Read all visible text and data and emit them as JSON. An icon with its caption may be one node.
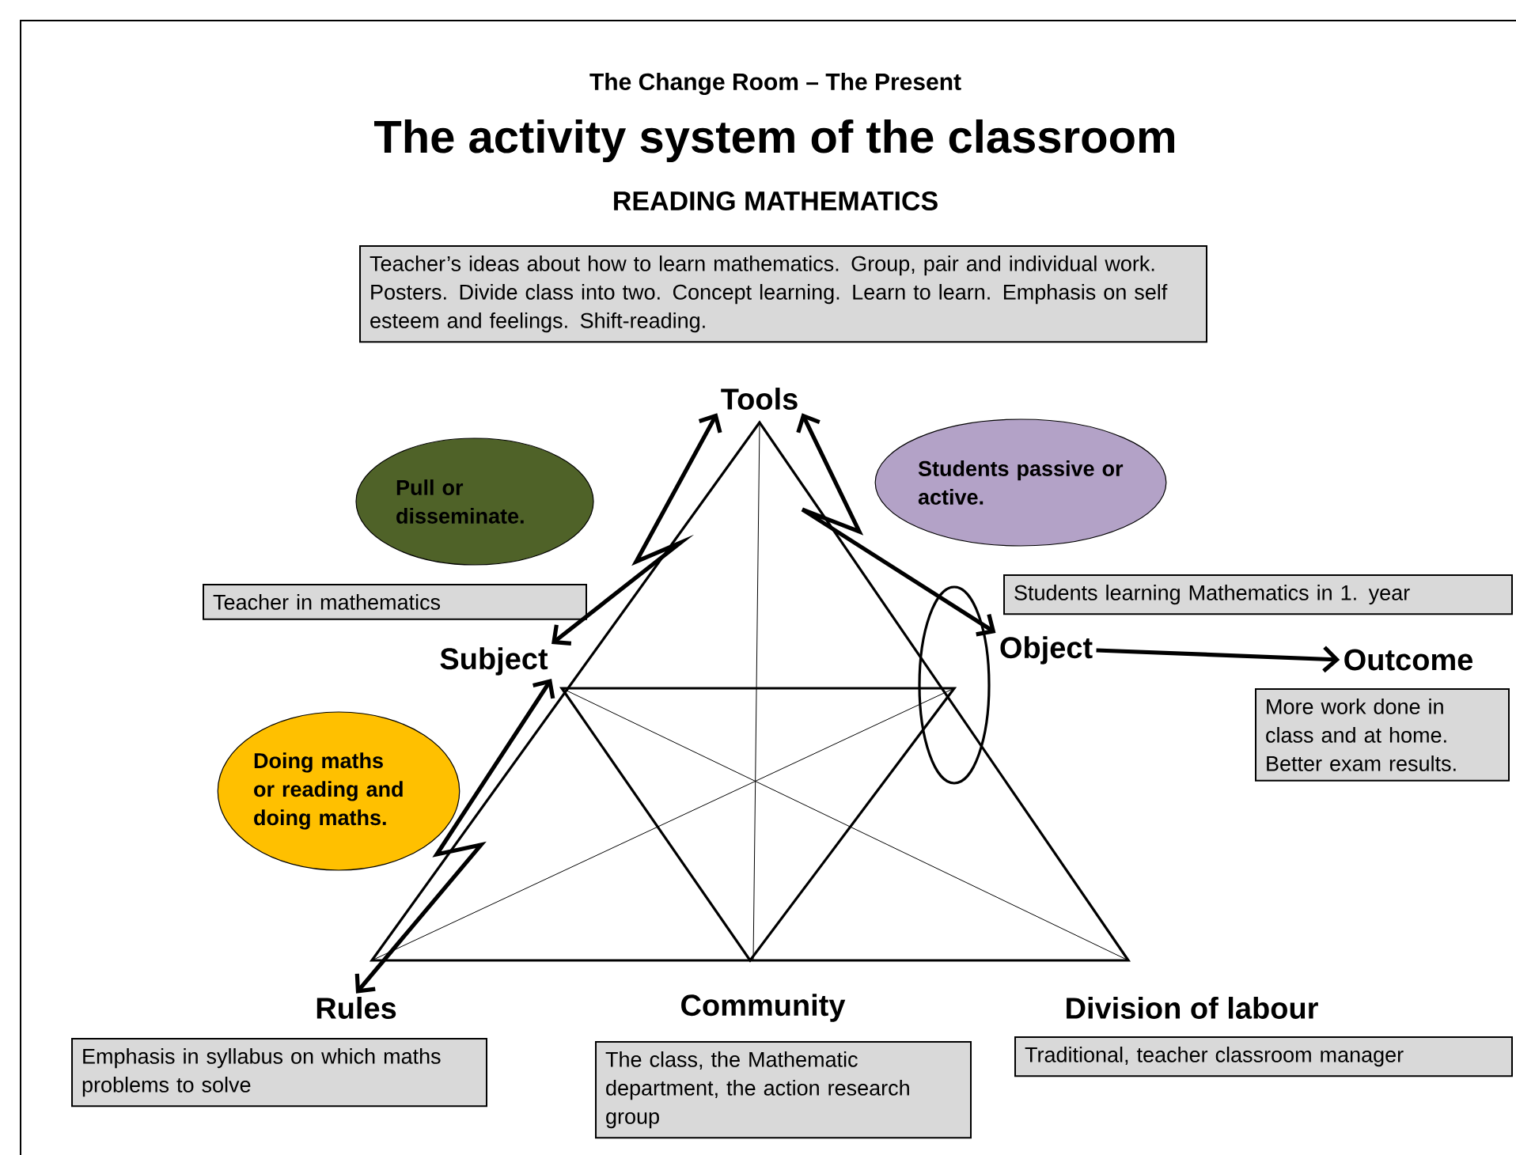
{
  "diagram": {
    "title": "The activity system of the classroom",
    "labels": [
      "The Change Room – The Present",
      "READING MATHEMATICS"
    ],
    "nodes": [
      {
        "text": [
          "Tools"
        ]
      },
      {
        "text": [
          "Subject"
        ]
      },
      {
        "text": [
          "Object"
        ]
      },
      {
        "text": [
          "Outcome"
        ]
      },
      {
        "text": [
          "Rules"
        ]
      },
      {
        "text": [
          "Community"
        ]
      },
      {
        "text": [
          "Division of labour"
        ]
      },
      {
        "text": [
          "Teacher’s ideas about how to learn mathematics. Group, pair and individual work. Posters. Divide class into two. Concept learning. Learn to learn. Emphasis on self esteem and feelings. Shift-reading."
        ]
      },
      {
        "text": [
          "Teacher in mathematics"
        ]
      },
      {
        "text": [
          "Students learning Mathematics in 1. year"
        ]
      },
      {
        "text": [
          "More work done in class and at home. Better exam results."
        ]
      },
      {
        "text": [
          "Emphasis in syllabus on which maths problems to solve"
        ]
      },
      {
        "text": [
          "The class, the Mathematic department, the action research group"
        ]
      },
      {
        "text": [
          "Traditional, teacher classroom manager"
        ]
      },
      {
        "text": [
          "Pull or disseminate."
        ]
      },
      {
        "text": [
          "Students passive or active."
        ]
      },
      {
        "text": [
          "Doing maths or reading and doing maths."
        ]
      }
    ],
    "edges": [
      {
        "from": 0,
        "to": 1,
        "arrow": "both"
      },
      {
        "from": 0,
        "to": 2,
        "arrow": "both"
      },
      {
        "from": 1,
        "to": 4,
        "arrow": "both"
      },
      {
        "from": 2,
        "to": 3,
        "arrow": "to"
      }
    ]
  }
}
